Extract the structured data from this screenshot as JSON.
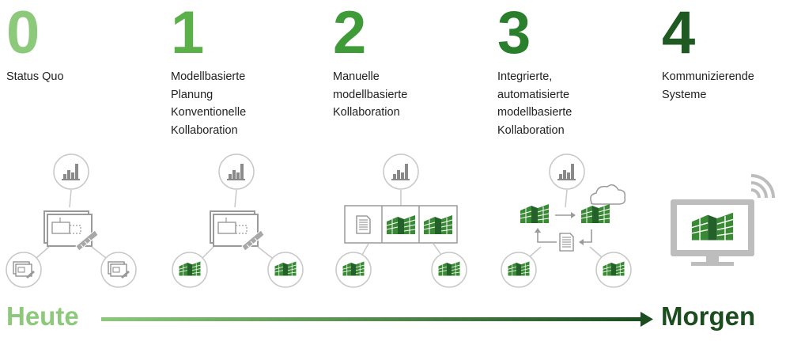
{
  "stages": [
    {
      "number": "0",
      "label": "Status Quo",
      "color": "#8cc97a"
    },
    {
      "number": "1",
      "label": "Modellbasierte\nPlanung\nKonventionelle\nKollaboration",
      "color": "#5cb04a"
    },
    {
      "number": "2",
      "label": "Manuelle\nmodellbasierte\nKollaboration",
      "color": "#3f9a38"
    },
    {
      "number": "3",
      "label": "Integrierte,\nautomatisierte\nmodellbasierte\nKollaboration",
      "color": "#2a7f2c"
    },
    {
      "number": "4",
      "label": "Kommunizierende\nSysteme",
      "color": "#1e5a22"
    }
  ],
  "timeline": {
    "start_label": "Heute",
    "end_label": "Morgen",
    "start_color": "#8cc97a",
    "end_color": "#1b4d1f"
  },
  "colors": {
    "circle_border": "#c8c8c8",
    "icon_gray": "#8a8a8a",
    "building_green": "#3a8a35",
    "building_dark": "#23602a",
    "monitor_gray": "#bdbdbd"
  }
}
